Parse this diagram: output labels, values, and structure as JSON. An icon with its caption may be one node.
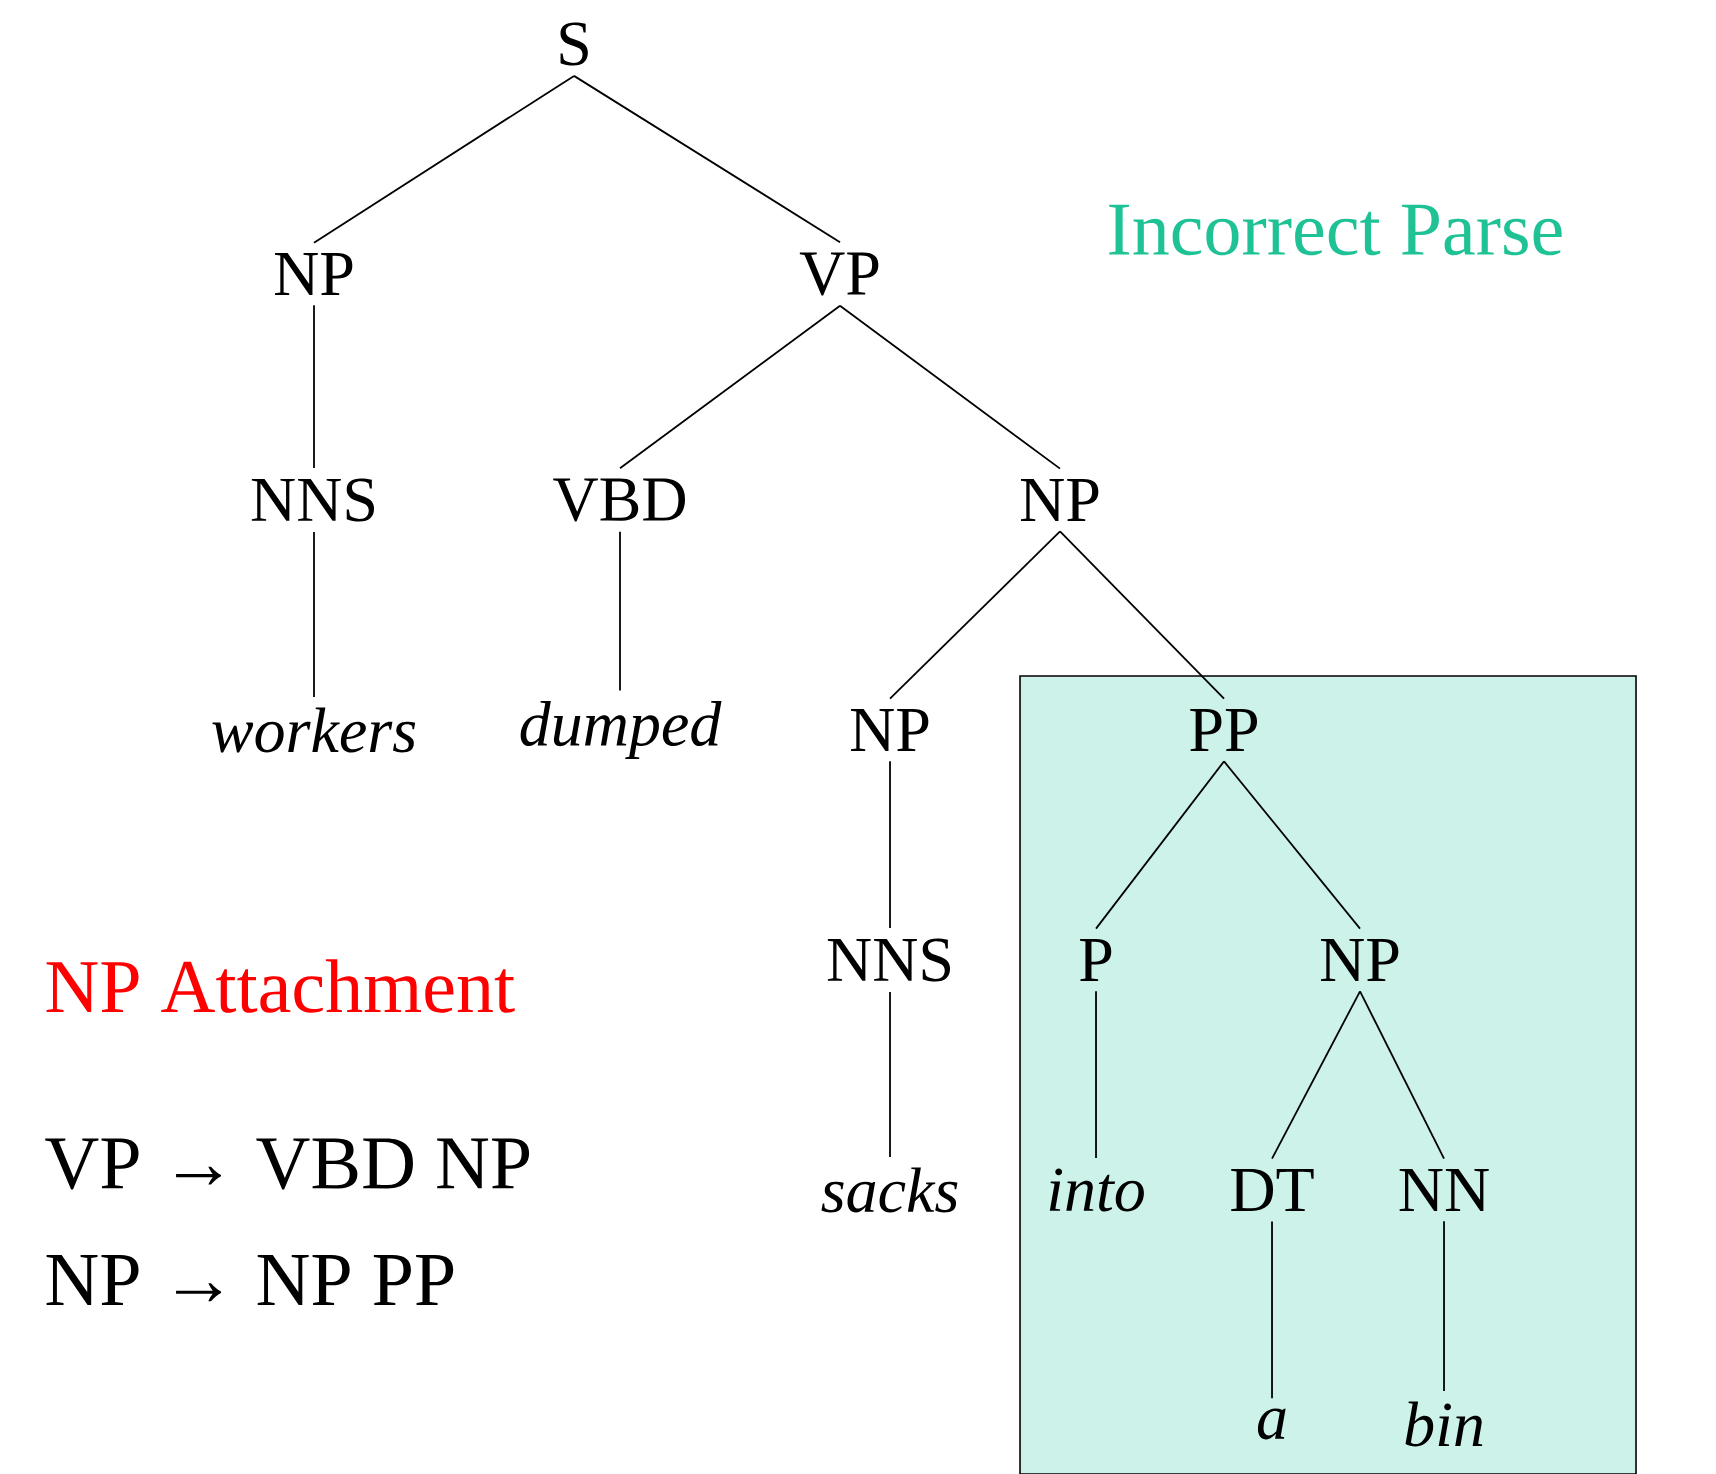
{
  "diagram": {
    "nodes": [
      {
        "text": [
          "S"
        ]
      },
      {
        "text": [
          "NP"
        ]
      },
      {
        "text": [
          "VP"
        ]
      },
      {
        "text": [
          "NNS"
        ]
      },
      {
        "text": [
          "VBD"
        ]
      },
      {
        "text": [
          "NP"
        ]
      },
      {
        "text": [
          "workers"
        ]
      },
      {
        "text": [
          "dumped"
        ]
      },
      {
        "text": [
          "NP"
        ]
      },
      {
        "text": [],
        "shape": "box"
      },
      {
        "text": [
          "PP"
        ],
        "in": 9
      },
      {
        "text": [
          "NNS"
        ]
      },
      {
        "text": [
          "P"
        ],
        "in": 9
      },
      {
        "text": [
          "NP"
        ],
        "in": 9
      },
      {
        "text": [
          "sacks"
        ]
      },
      {
        "text": [
          "into"
        ],
        "in": 9
      },
      {
        "text": [
          "DT"
        ],
        "in": 9
      },
      {
        "text": [
          "NN"
        ],
        "in": 9
      },
      {
        "text": [
          "a"
        ],
        "in": 9
      },
      {
        "text": [
          "bin"
        ],
        "in": 9
      }
    ],
    "edges": [
      {
        "from": 0,
        "to": 1,
        "arrow": "none"
      },
      {
        "from": 0,
        "to": 2,
        "arrow": "none"
      },
      {
        "from": 1,
        "to": 3,
        "arrow": "none"
      },
      {
        "from": 2,
        "to": 4,
        "arrow": "none"
      },
      {
        "from": 2,
        "to": 5,
        "arrow": "none"
      },
      {
        "from": 3,
        "to": 6,
        "arrow": "none"
      },
      {
        "from": 4,
        "to": 7,
        "arrow": "none"
      },
      {
        "from": 5,
        "to": 8,
        "arrow": "none"
      },
      {
        "from": 5,
        "to": 10,
        "arrow": "none"
      },
      {
        "from": 8,
        "to": 11,
        "arrow": "none"
      },
      {
        "from": 10,
        "to": 12,
        "arrow": "none"
      },
      {
        "from": 10,
        "to": 13,
        "arrow": "none"
      },
      {
        "from": 11,
        "to": 14,
        "arrow": "none"
      },
      {
        "from": 12,
        "to": 15,
        "arrow": "none"
      },
      {
        "from": 13,
        "to": 16,
        "arrow": "none"
      },
      {
        "from": 13,
        "to": 17,
        "arrow": "none"
      },
      {
        "from": 16,
        "to": 18,
        "arrow": "none"
      },
      {
        "from": 17,
        "to": 19,
        "arrow": "none"
      }
    ],
    "labels": [
      "Incorrect Parse",
      "NP Attachment",
      "VP → VBD NP",
      "NP → NP PP"
    ]
  }
}
